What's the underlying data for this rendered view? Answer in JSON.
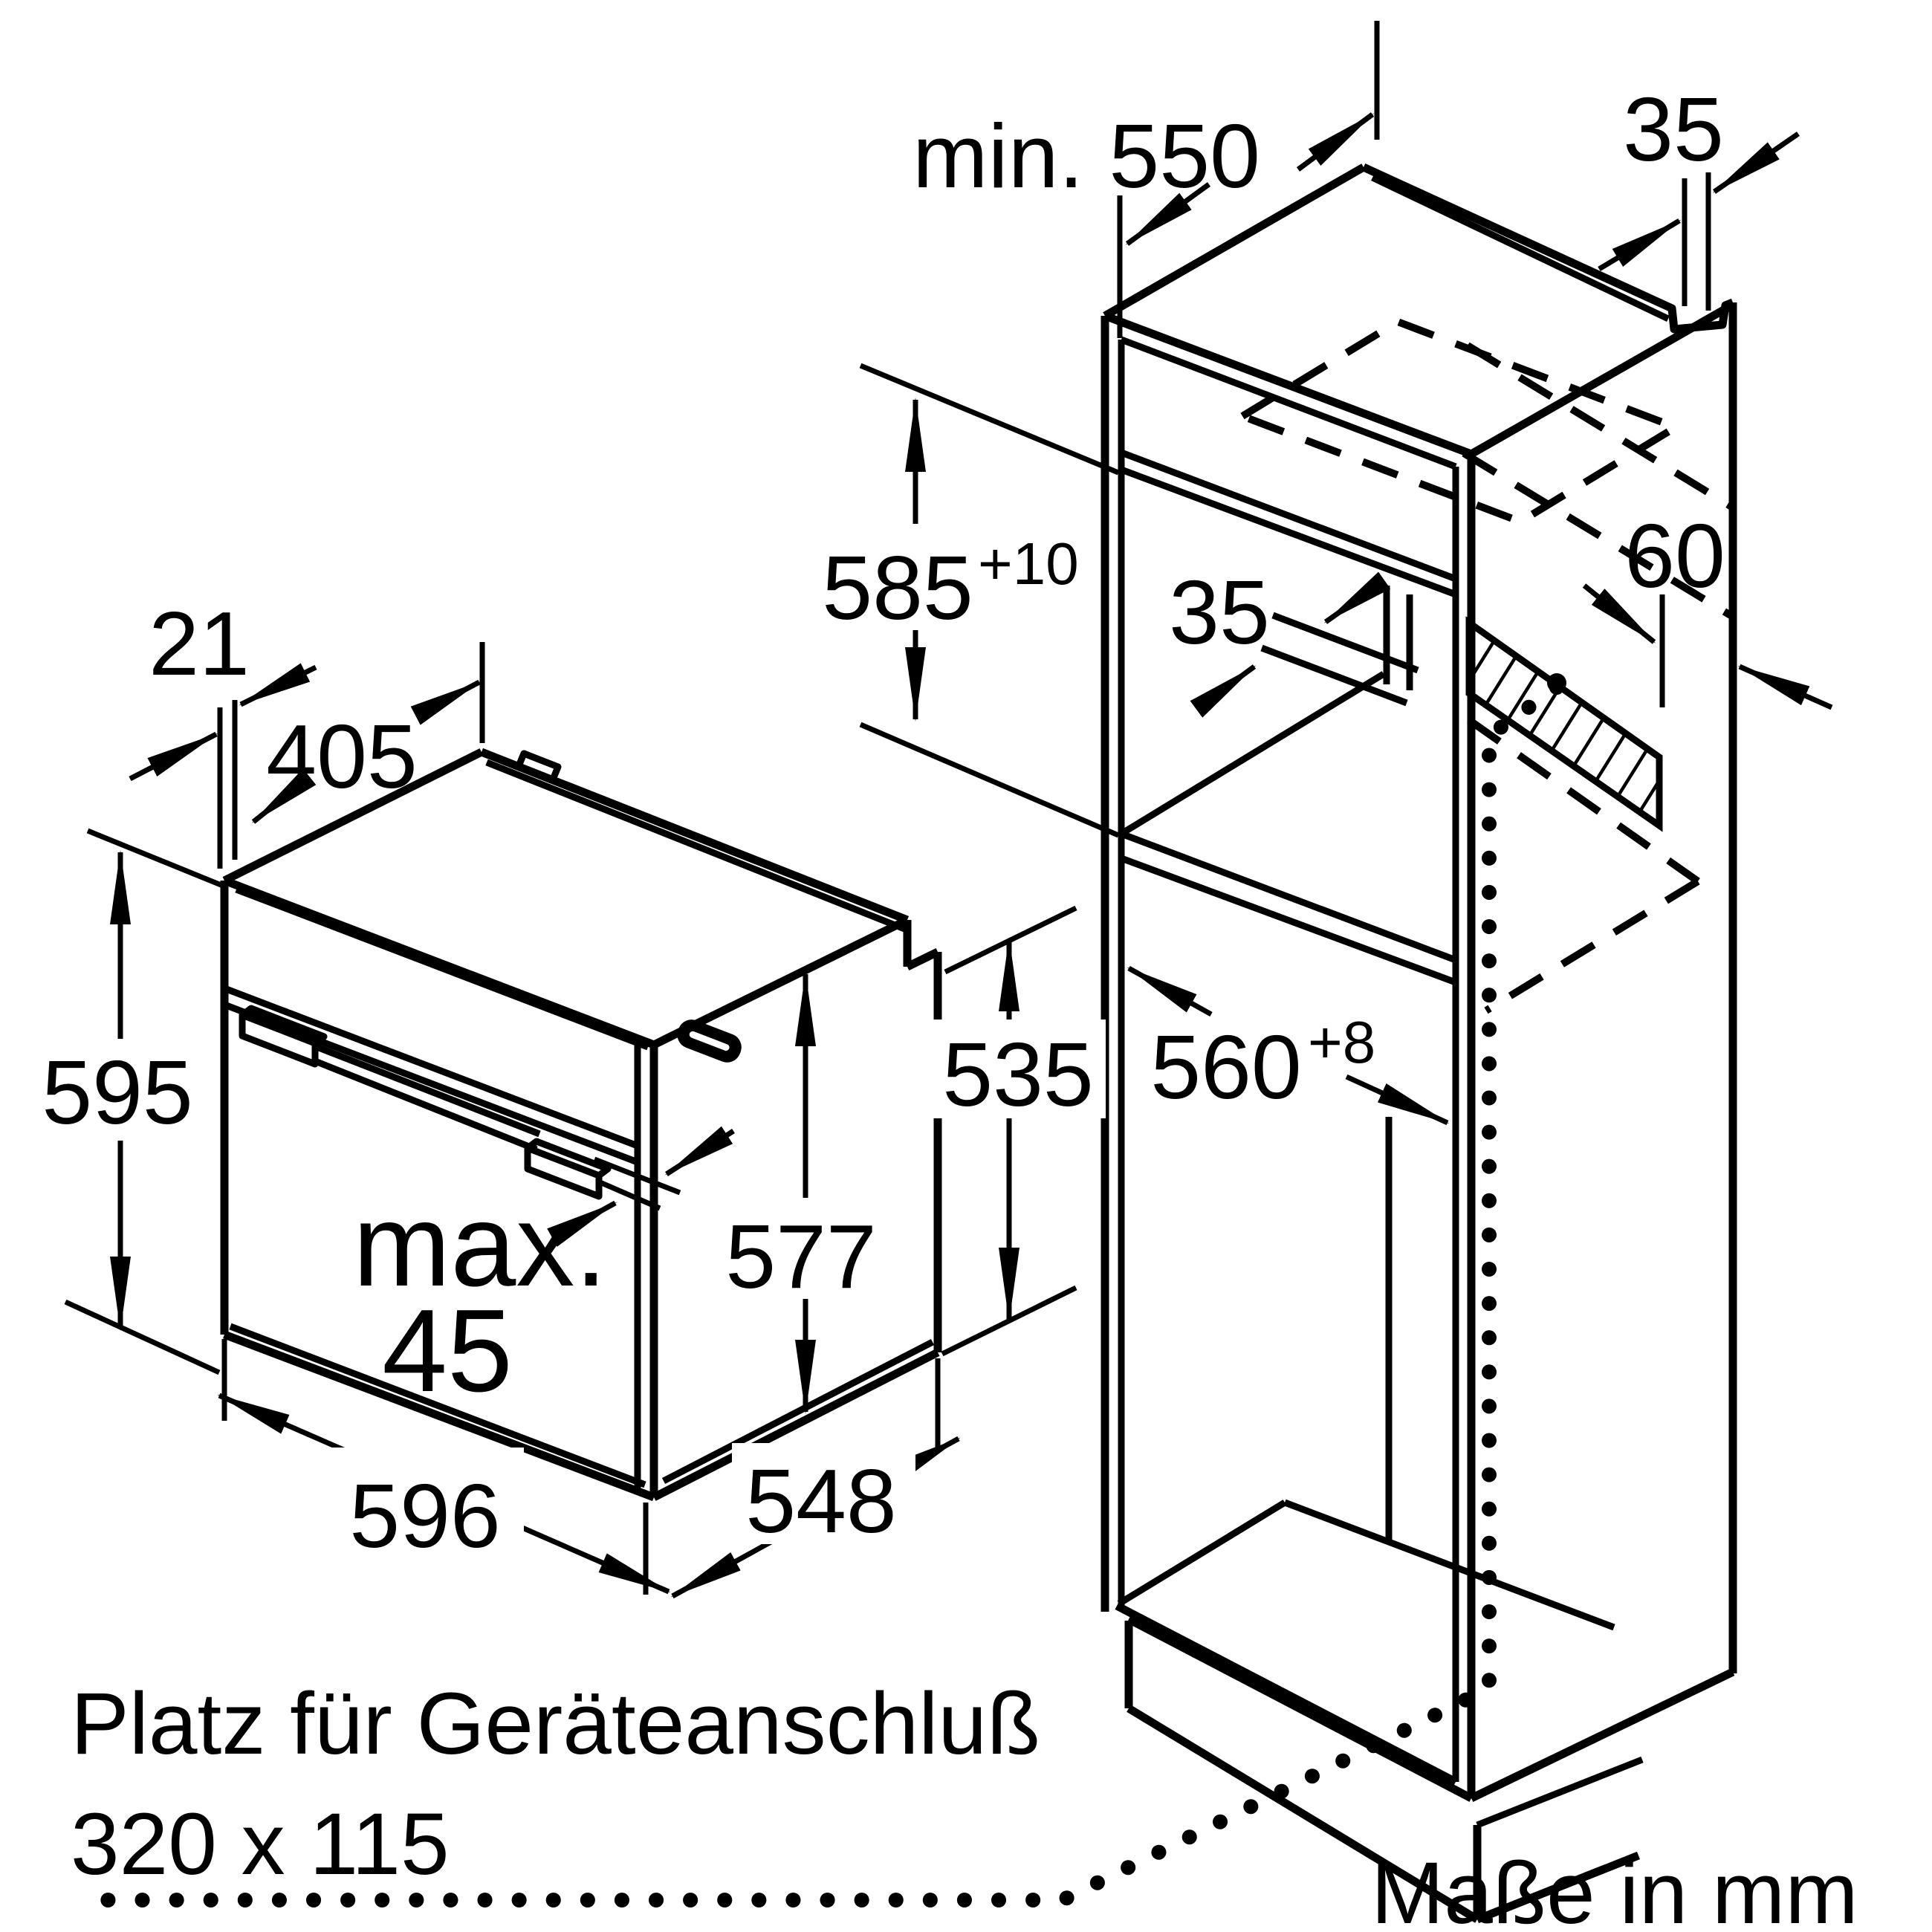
{
  "diagram": {
    "units_note": "Maße in mm",
    "connection_space": {
      "line1": "Platz für Geräteanschluß",
      "line2": "320 x 115"
    },
    "cabinet": {
      "min_worktop_depth": "min. 550",
      "top_rear_gap": "35",
      "niche_height": "585",
      "niche_height_tolerance": "+10",
      "rear_channel_width": "35",
      "rear_vent_depth": "60",
      "niche_width": "560",
      "niche_width_tolerance": "+8"
    },
    "oven": {
      "front_frame_thickness": "21",
      "upper_body_depth": "405",
      "front_height": "595",
      "max_protrusion_label": "max.",
      "max_protrusion_value": "45",
      "body_height": "577",
      "rear_body_height": "535",
      "front_width": "596",
      "body_depth": "548"
    }
  }
}
